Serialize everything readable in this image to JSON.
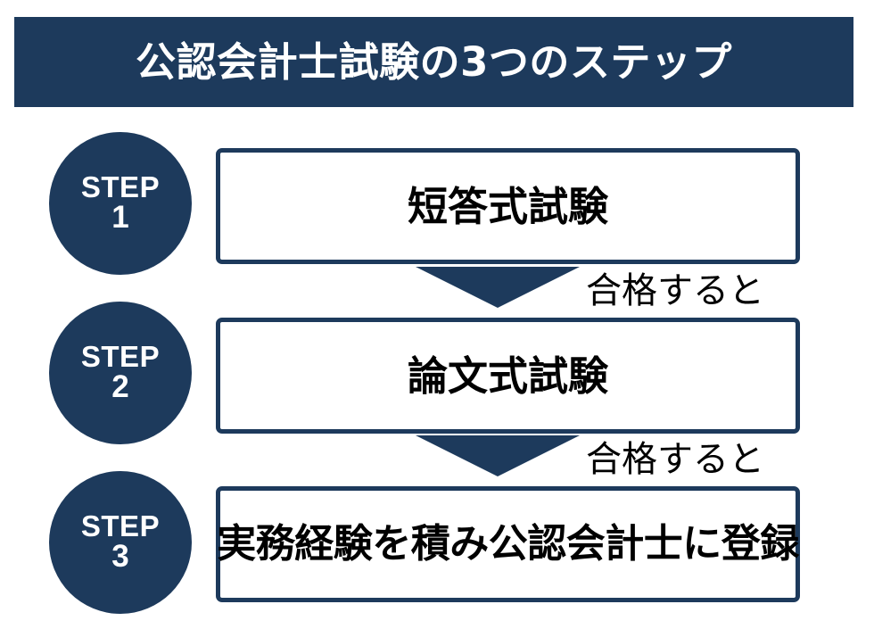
{
  "header": {
    "title": "公認会計士試験の3つのステップ",
    "background_color": "#1d3a5c",
    "text_color": "#ffffff"
  },
  "theme": {
    "navy": "#1d3a5c",
    "white": "#ffffff",
    "black": "#000000"
  },
  "steps": [
    {
      "badge_word": "STEP",
      "badge_number": "1",
      "box_text": "短答式試験"
    },
    {
      "badge_word": "STEP",
      "badge_number": "2",
      "box_text": "論文式試験"
    },
    {
      "badge_word": "STEP",
      "badge_number": "3",
      "box_text": "実務経験を積み公認会計士に登録"
    }
  ],
  "connectors": [
    {
      "arrow": "down-arrow",
      "label": "合格すると"
    },
    {
      "arrow": "down-arrow",
      "label": "合格すると"
    }
  ]
}
